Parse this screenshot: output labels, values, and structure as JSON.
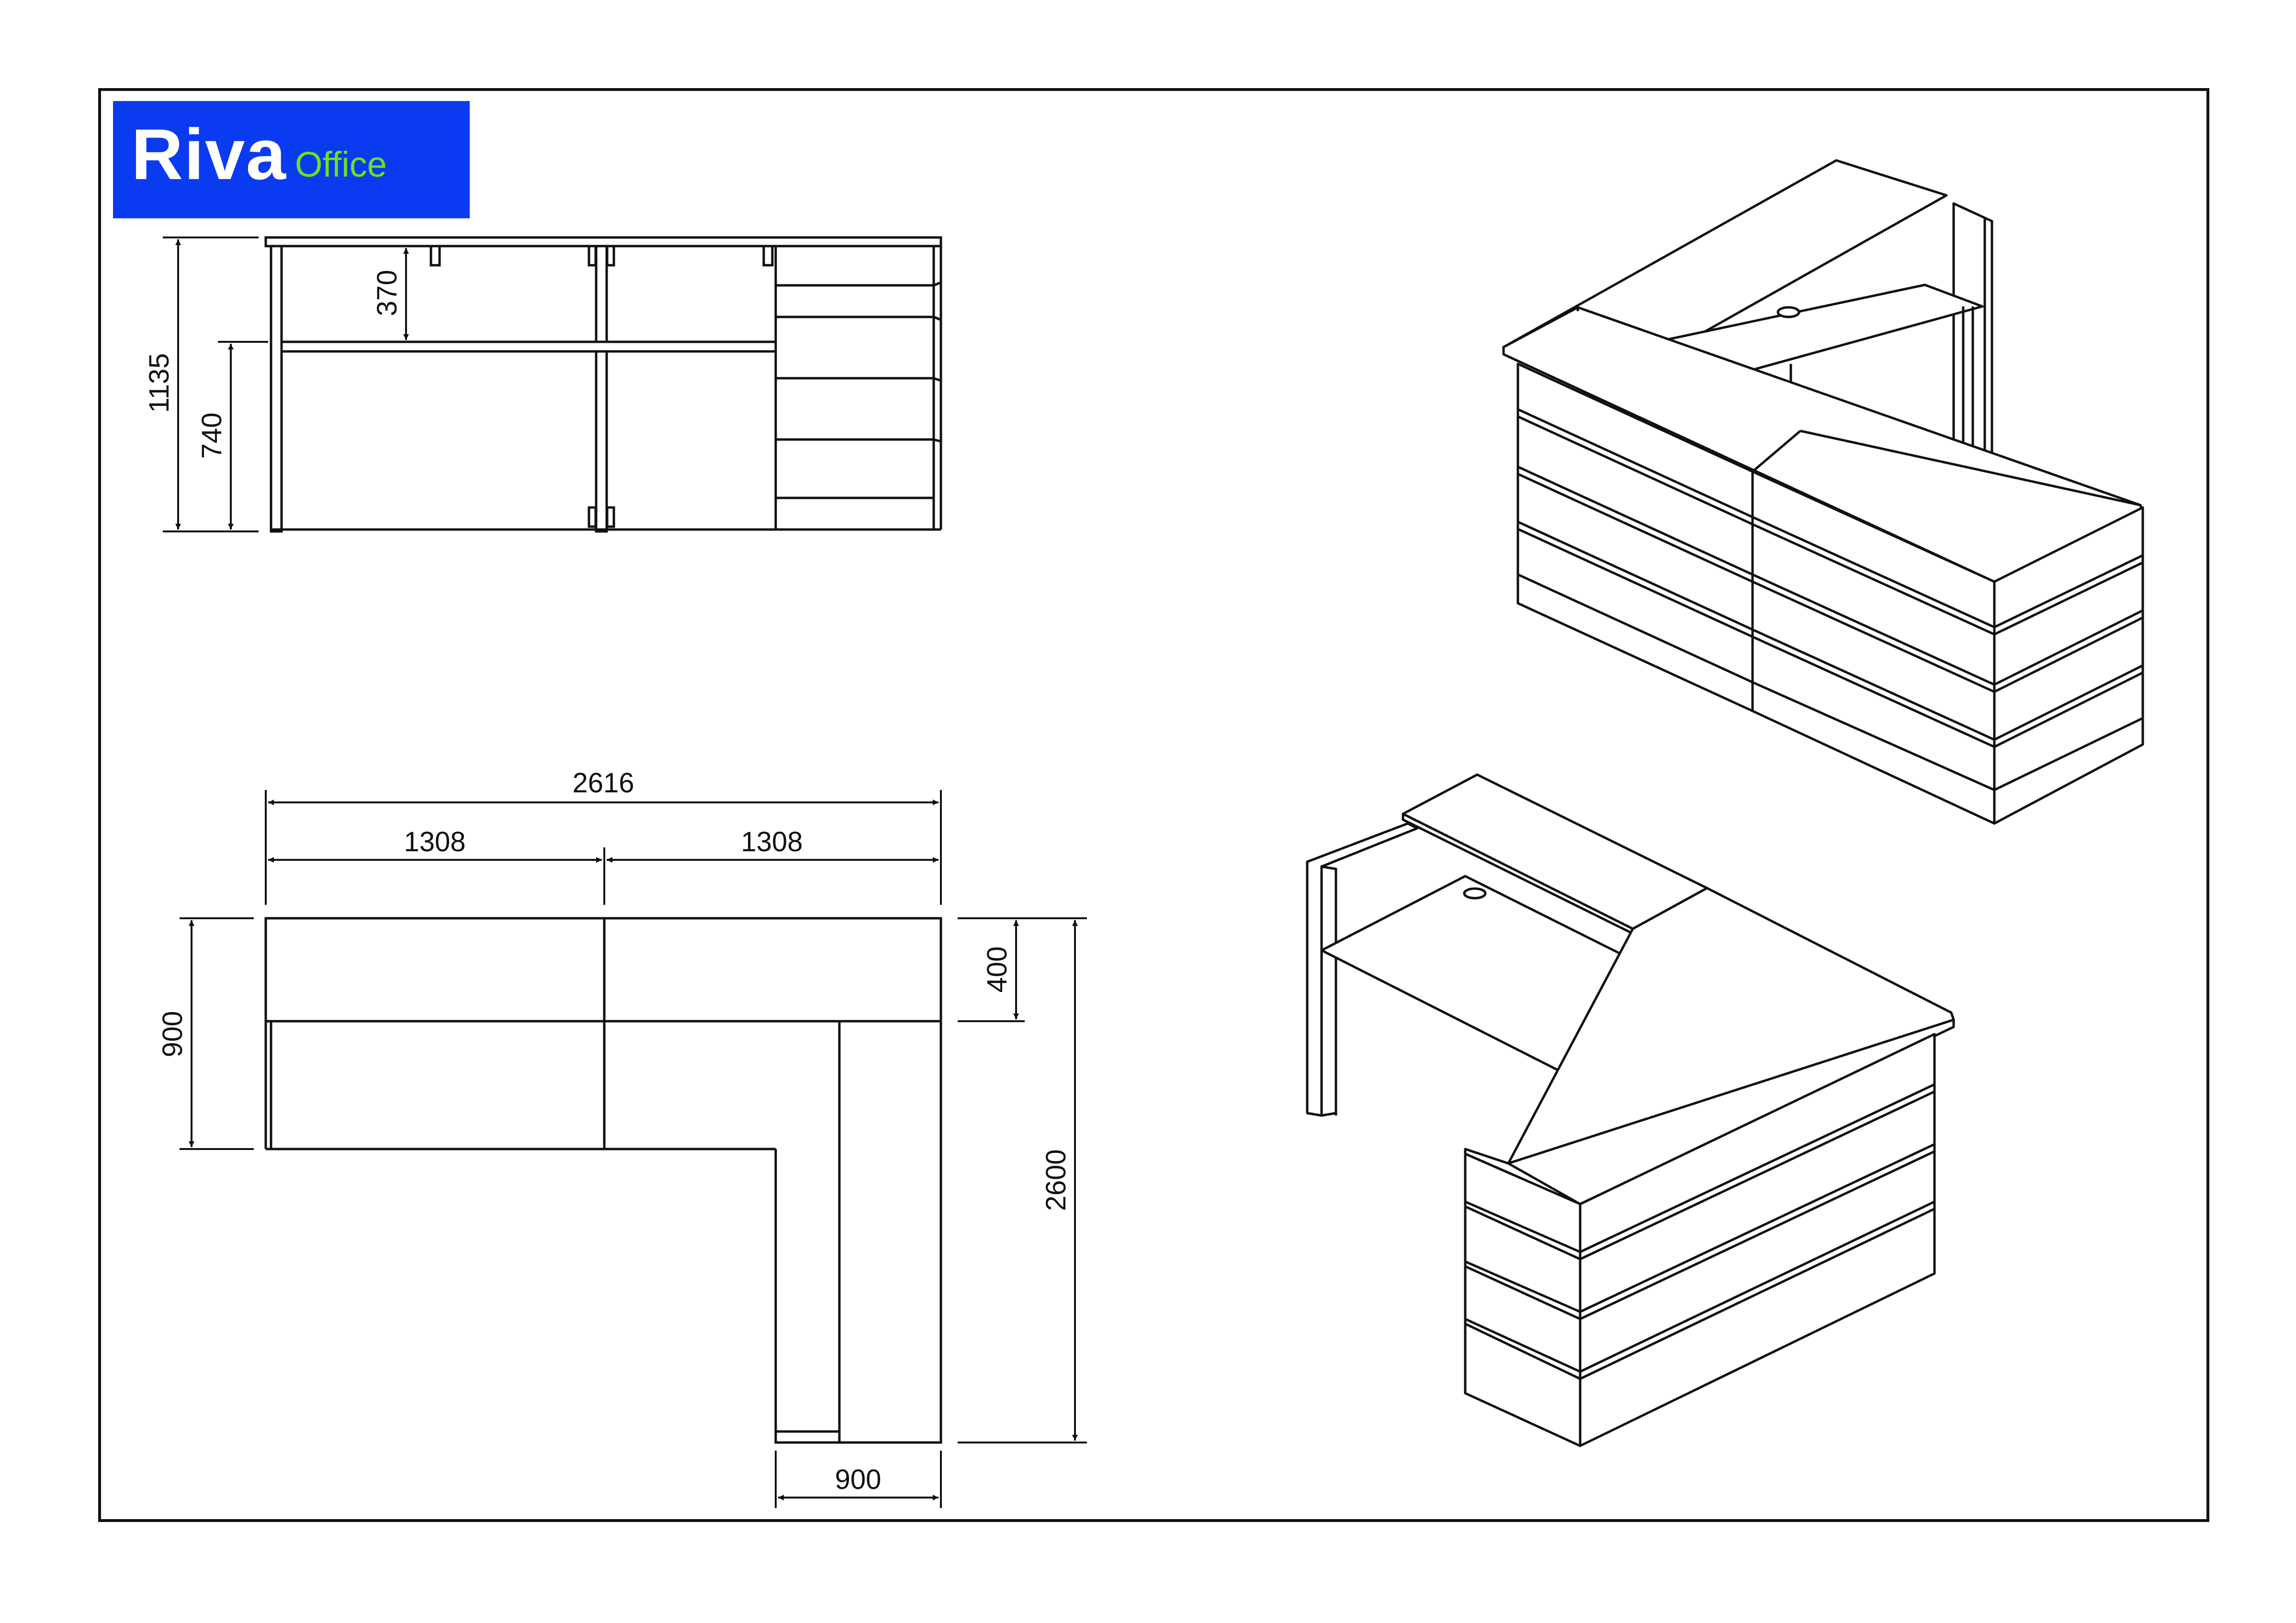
{
  "brand": {
    "name": "Riva",
    "sub": "Office",
    "bg_color": "#0b3bf0",
    "name_color": "#ffffff",
    "sub_color": "#6fe01e",
    "mark_color": "#6fe01e"
  },
  "line_color": "#111111",
  "front_view": {
    "dim_total_height": "1135",
    "dim_desk_height": "740",
    "dim_upper_gap": "370"
  },
  "plan_view": {
    "dim_total_width": "2616",
    "dim_left_half": "1308",
    "dim_right_half": "1308",
    "dim_depth": "900",
    "dim_top_depth": "400",
    "dim_total_length": "2600",
    "dim_return_width": "900"
  }
}
